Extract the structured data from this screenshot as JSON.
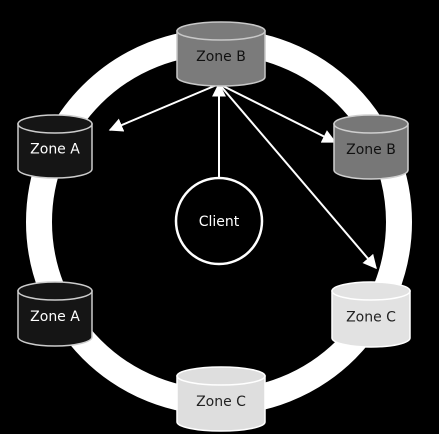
{
  "diagram": {
    "background_color": "#000000",
    "ring_color": "#ffffff",
    "client": {
      "label": "Client",
      "fill": "#000000",
      "stroke": "#ffffff",
      "text_color": "#ffffff"
    },
    "nodes": [
      {
        "id": "zone-b-top",
        "label": "Zone B",
        "fill": "#7b7b7b",
        "stroke": "#c8c8c8",
        "text_color": "#111111"
      },
      {
        "id": "zone-a-upper",
        "label": "Zone A",
        "fill": "#151515",
        "stroke": "#cccccc",
        "text_color": "#ffffff"
      },
      {
        "id": "zone-b-right",
        "label": "Zone B",
        "fill": "#777777",
        "stroke": "#cfcfcf",
        "text_color": "#111111"
      },
      {
        "id": "zone-a-lower",
        "label": "Zone A",
        "fill": "#151515",
        "stroke": "#cccccc",
        "text_color": "#ffffff"
      },
      {
        "id": "zone-c-right",
        "label": "Zone C",
        "fill": "#e2e2e2",
        "stroke": "#ffffff",
        "text_color": "#222222"
      },
      {
        "id": "zone-c-bottom",
        "label": "Zone C",
        "fill": "#dedede",
        "stroke": "#ffffff",
        "text_color": "#222222"
      }
    ],
    "arrows": [
      {
        "from": "client",
        "to": "zone-b-top"
      },
      {
        "from": "zone-b-top",
        "to": "zone-a-upper"
      },
      {
        "from": "zone-b-top",
        "to": "zone-b-right"
      },
      {
        "from": "zone-b-top",
        "to": "zone-c-right"
      }
    ]
  }
}
